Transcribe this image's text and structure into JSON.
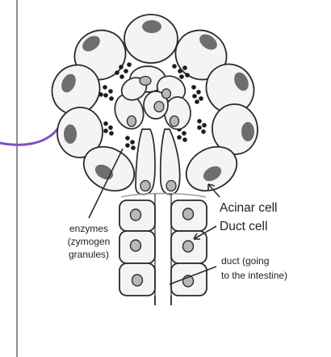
{
  "diagram": {
    "labels": {
      "acinar_cell": "Acinar cell",
      "duct_cell": "Duct cell",
      "enzymes_line1": "enzymes",
      "enzymes_line2": "(zymogen",
      "enzymes_line3": "granules)",
      "duct_line1": "duct (going",
      "duct_line2": "to the intestine)"
    },
    "colors": {
      "outline": "#2a2a2a",
      "cell_fill": "#f4f4f4",
      "acinar_nucleus": "#6e6e6e",
      "duct_nucleus": "#b8b8b8",
      "granule": "#1c1c1c",
      "accent_curve": "#7b4fc4",
      "frame_line": "#555555"
    }
  }
}
